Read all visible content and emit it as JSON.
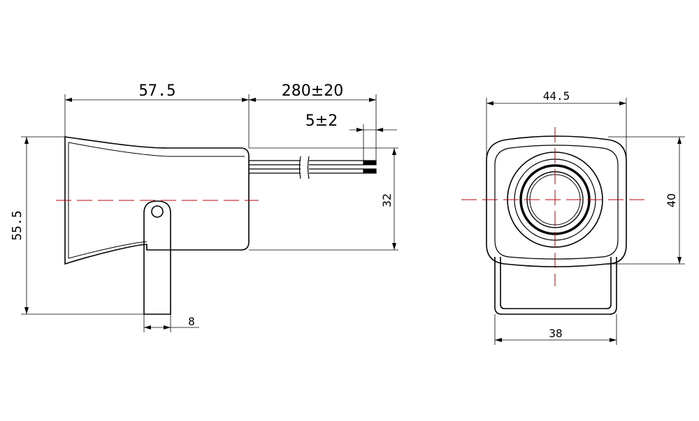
{
  "side_view": {
    "dim_total_length": "57.5",
    "dim_lead_length": "280±20",
    "dim_strip_length": "5±2",
    "dim_overall_height": "55.5",
    "dim_body_height": "32",
    "dim_bracket_width": "8"
  },
  "front_view": {
    "dim_width": "44.5",
    "dim_height": "40",
    "dim_bracket_width": "38"
  },
  "colors": {
    "outline": "#000000",
    "centerline": "#c00000"
  }
}
